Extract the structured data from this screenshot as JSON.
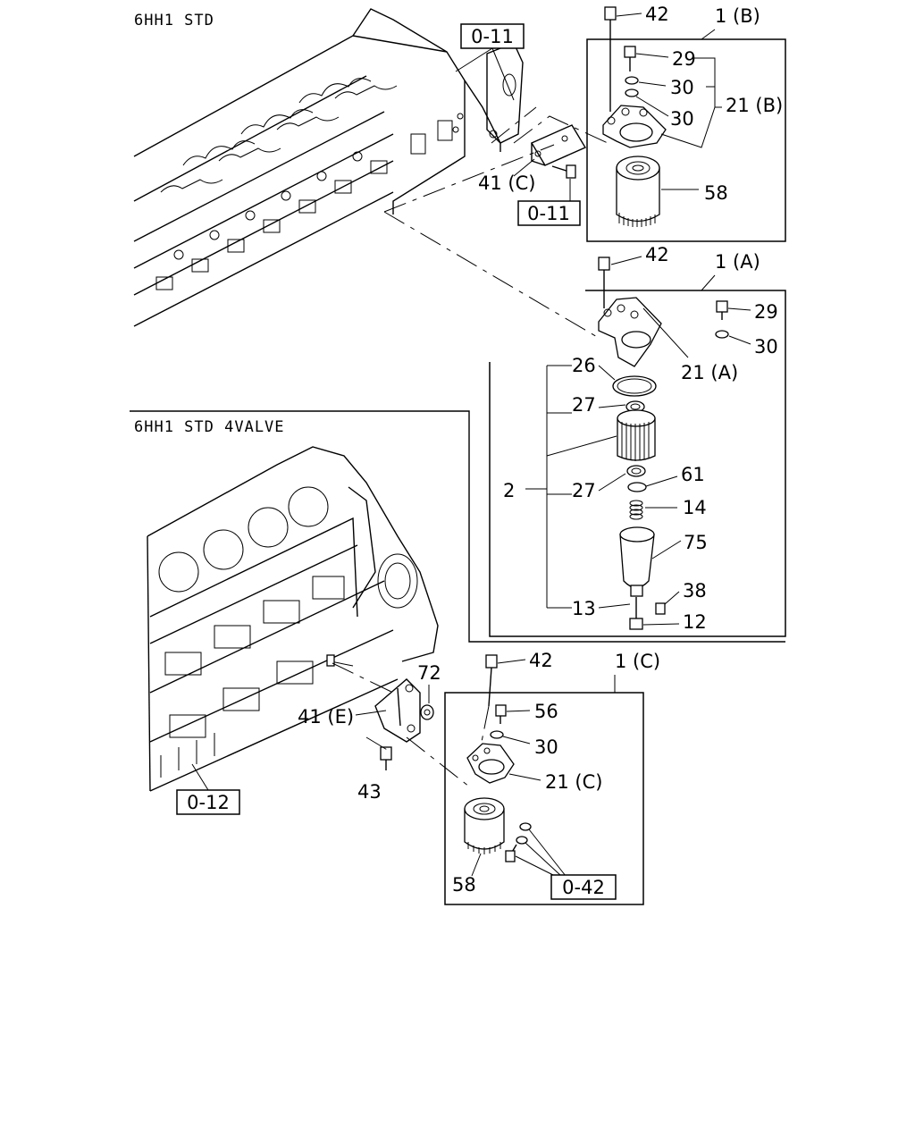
{
  "sections": {
    "std": "6HH1 STD",
    "std4v": "6HH1 STD 4VALVE"
  },
  "refs": {
    "r011a": "0-11",
    "r011b": "0-11",
    "r012": "0-12",
    "r042": "0-42"
  },
  "labels": {
    "p42_b": "42",
    "p1_b": "1 (B)",
    "p29_b": "29",
    "p30_b1": "30",
    "p30_b2": "30",
    "p21_b": "21 (B)",
    "p58_b": "58",
    "p41_c": "41 (C)",
    "p42_a": "42",
    "p1_a": "1 (A)",
    "p29_a": "29",
    "p30_a": "30",
    "p21_a": "21 (A)",
    "p26": "26",
    "p27_1": "27",
    "p27_2": "27",
    "p2": "2",
    "p61": "61",
    "p14": "14",
    "p75": "75",
    "p38": "38",
    "p13": "13",
    "p12": "12",
    "p42_c": "42",
    "p1_c": "1 (C)",
    "p56": "56",
    "p30_c": "30",
    "p21_c": "21 (C)",
    "p72": "72",
    "p41_e": "41 (E)",
    "p43": "43",
    "p58_c": "58"
  }
}
